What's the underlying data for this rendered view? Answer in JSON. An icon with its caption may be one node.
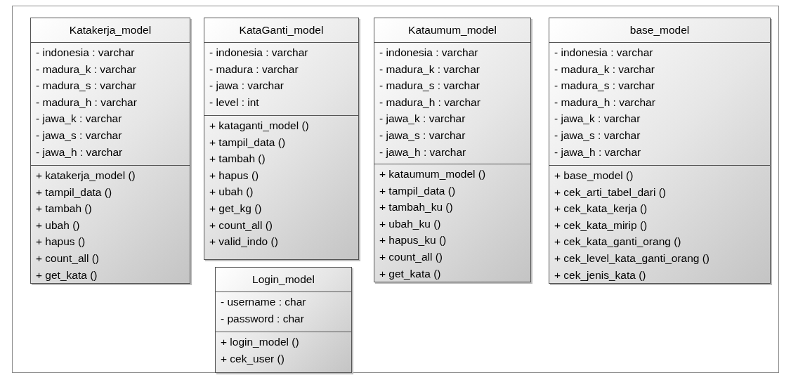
{
  "diagram": {
    "nodes": [
      {
        "text": [
          "Katakerja_model"
        ]
      },
      {
        "text": [
          "- indonesia : varchar",
          "- madura_k : varchar",
          "- madura_s : varchar",
          "- madura_h : varchar",
          "- jawa_k : varchar",
          "- jawa_s : varchar",
          "- jawa_h : varchar"
        ],
        "in": 0
      },
      {
        "text": [
          "+ katakerja_model ()",
          "+ tampil_data ()",
          "+ tambah ()",
          "+ ubah ()",
          "+ hapus ()",
          "+ count_all ()",
          "+ get_kata ()"
        ],
        "in": 0
      },
      {
        "text": [
          "KataGanti_model"
        ]
      },
      {
        "text": [
          "- indonesia : varchar",
          "- madura : varchar",
          "- jawa : varchar",
          "- level : int"
        ],
        "in": 3
      },
      {
        "text": [
          "+ kataganti_model ()",
          "+ tampil_data ()",
          "+ tambah ()",
          "+ hapus ()",
          "+ ubah ()",
          "+ get_kg ()",
          "+ count_all ()",
          "+ valid_indo ()"
        ],
        "in": 3
      },
      {
        "text": [
          "Kataumum_model"
        ]
      },
      {
        "text": [
          "- indonesia : varchar",
          "- madura_k : varchar",
          "- madura_s : varchar",
          "- madura_h : varchar",
          "- jawa_k : varchar",
          "- jawa_s : varchar",
          "- jawa_h : varchar"
        ],
        "in": 6
      },
      {
        "text": [
          "+ kataumum_model ()",
          "+ tampil_data ()",
          "+ tambah_ku ()",
          "+ ubah_ku ()",
          "+ hapus_ku ()",
          "+ count_all ()",
          "+ get_kata ()"
        ],
        "in": 6
      },
      {
        "text": [
          "base_model"
        ]
      },
      {
        "text": [
          "- indonesia : varchar",
          "- madura_k : varchar",
          "- madura_s : varchar",
          "- madura_h : varchar",
          "- jawa_k : varchar",
          "- jawa_s : varchar",
          "- jawa_h : varchar"
        ],
        "in": 9
      },
      {
        "text": [
          "+ base_model ()",
          "+ cek_arti_tabel_dari ()",
          "+ cek_kata_kerja ()",
          "+ cek_kata_mirip ()",
          "+ cek_kata_ganti_orang ()",
          "+ cek_level_kata_ganti_orang ()",
          "+ cek_jenis_kata ()"
        ],
        "in": 9
      },
      {
        "text": [
          "Login_model"
        ]
      },
      {
        "text": [
          "- username : char",
          "- password : char"
        ],
        "in": 12
      },
      {
        "text": [
          "+ login_model ()",
          "+ cek_user ()"
        ],
        "in": 12
      }
    ]
  }
}
